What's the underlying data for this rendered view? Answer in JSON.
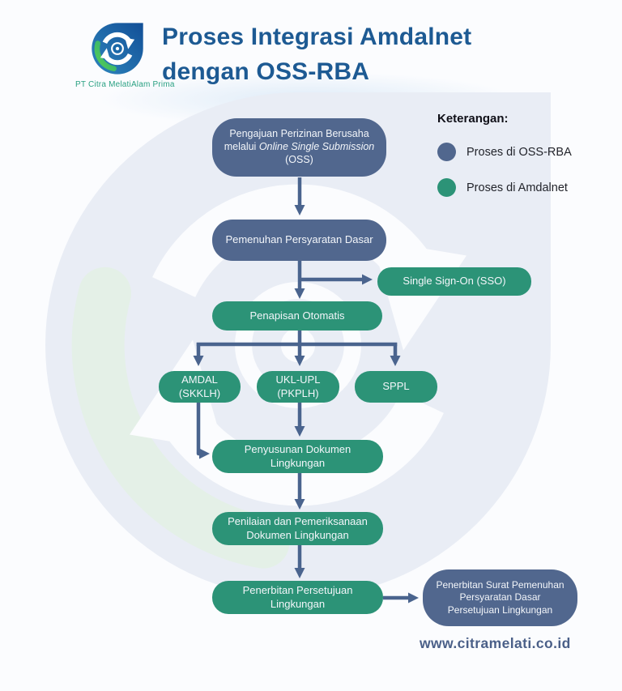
{
  "header": {
    "logo_text": "PT Citra MelatiAlam Prima",
    "title": "Proses Integrasi Amdalnet\ndengan OSS-RBA"
  },
  "legend": {
    "title": "Keterangan:",
    "items": [
      {
        "label": "Proses di OSS-RBA",
        "color": "#51678e"
      },
      {
        "label": "Proses di Amdalnet",
        "color": "#2c9377"
      }
    ]
  },
  "flow": {
    "pengajuan_l1": "Pengajuan Perizinan Berusaha",
    "pengajuan_l2a": "melalui ",
    "pengajuan_l2b": "Online Single Submission",
    "pengajuan_l3": "(OSS)",
    "pemenuhan": "Pemenuhan Persyaratan Dasar",
    "sso": "Single Sign-On (SSO)",
    "penapisan": "Penapisan Otomatis",
    "amdal": "AMDAL\n(SKKLH)",
    "ukl_upl": "UKL-UPL\n(PKPLH)",
    "sppl": "SPPL",
    "penyusunan": "Penyusunan Dokumen\nLingkungan",
    "penilaian": "Penilaian dan Pemeriksanaan\nDokumen Lingkungan",
    "penerbitan": "Penerbitan Persetujuan\nLingkungan",
    "surat": "Penerbitan Surat Pemenuhan\nPersyaratan Dasar\nPersetujuan Lingkungan"
  },
  "footer": {
    "website": "www.citramelati.co.id"
  },
  "colors": {
    "box_blue": "#51678e",
    "box_teal": "#2c9377",
    "arrow": "#4a648e",
    "title_blue": "#1d5a93",
    "url_blue": "#4a5f88",
    "logo_text_teal": "#2ba183",
    "watermark_lavender": "#e9edf5",
    "watermark_green": "#e6f2e9",
    "background": "#fbfcfe"
  }
}
